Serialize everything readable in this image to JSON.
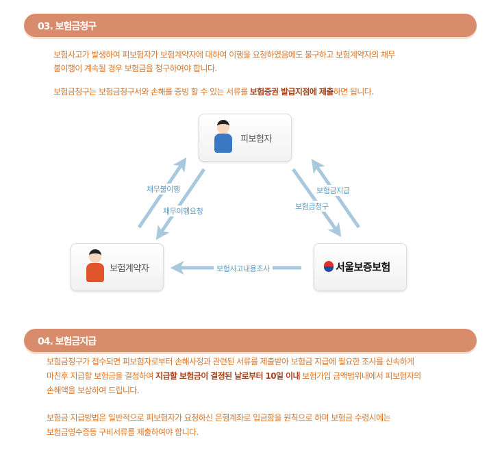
{
  "section1": {
    "title": "03. 보험금청구",
    "para1_line1": "보험사고가 발생하여 피보험자가 보험계약자에 대하여 이행을 요청하였음에도 불구하고 보험계약자의 채무",
    "para1_line2": "불이행이 계속될 경우 보험금을 청구하여야 합니다.",
    "para2_pre": "보험금청구는 보험금청구서와 손해를 증빙 할 수 있는 서류를 ",
    "para2_bold": "보험증권 발급지점에 제출",
    "para2_post": "하면 됩니다."
  },
  "diagram": {
    "insured": "피보험자",
    "policyholder": "보험계약자",
    "insurer": "서울보증보험",
    "arrows": {
      "default": "채무불이행",
      "performance_request": "채무이행요청",
      "payment": "보험금지급",
      "claim": "보험금청구",
      "investigation": "보험사고내용조사"
    }
  },
  "section2": {
    "title": "04. 보험금지급",
    "para1_line1": "보험금청구가 접수되면 피보험자로부터 손해사정과 관련된 서류를 제출받아 보험금 지급에  필요한 조사를 신속하게",
    "para1_line2_pre": "마친후 지급할 보험금을 결정하여 ",
    "para1_line2_bold": "지급할 보험금이 결정된 날로부터 10일 이내",
    "para1_line2_post": " 보험가입 금액범위내에서 피보험자의",
    "para1_line3": "손해액을 보상하여 드립니다.",
    "para2_line1": "보험금 지급방법은 일반적으로 피보험자가 요청하신 은행계좌로 입금함을 원칙으로 하며 보험금 수령시에는",
    "para2_line2": "보험금영수증등 구비서류를 제출하여야 합니다."
  },
  "colors": {
    "bar": "#d98c6c",
    "text": "#d9762a",
    "bold": "#a4421a",
    "arrow": "#a8c8de"
  }
}
